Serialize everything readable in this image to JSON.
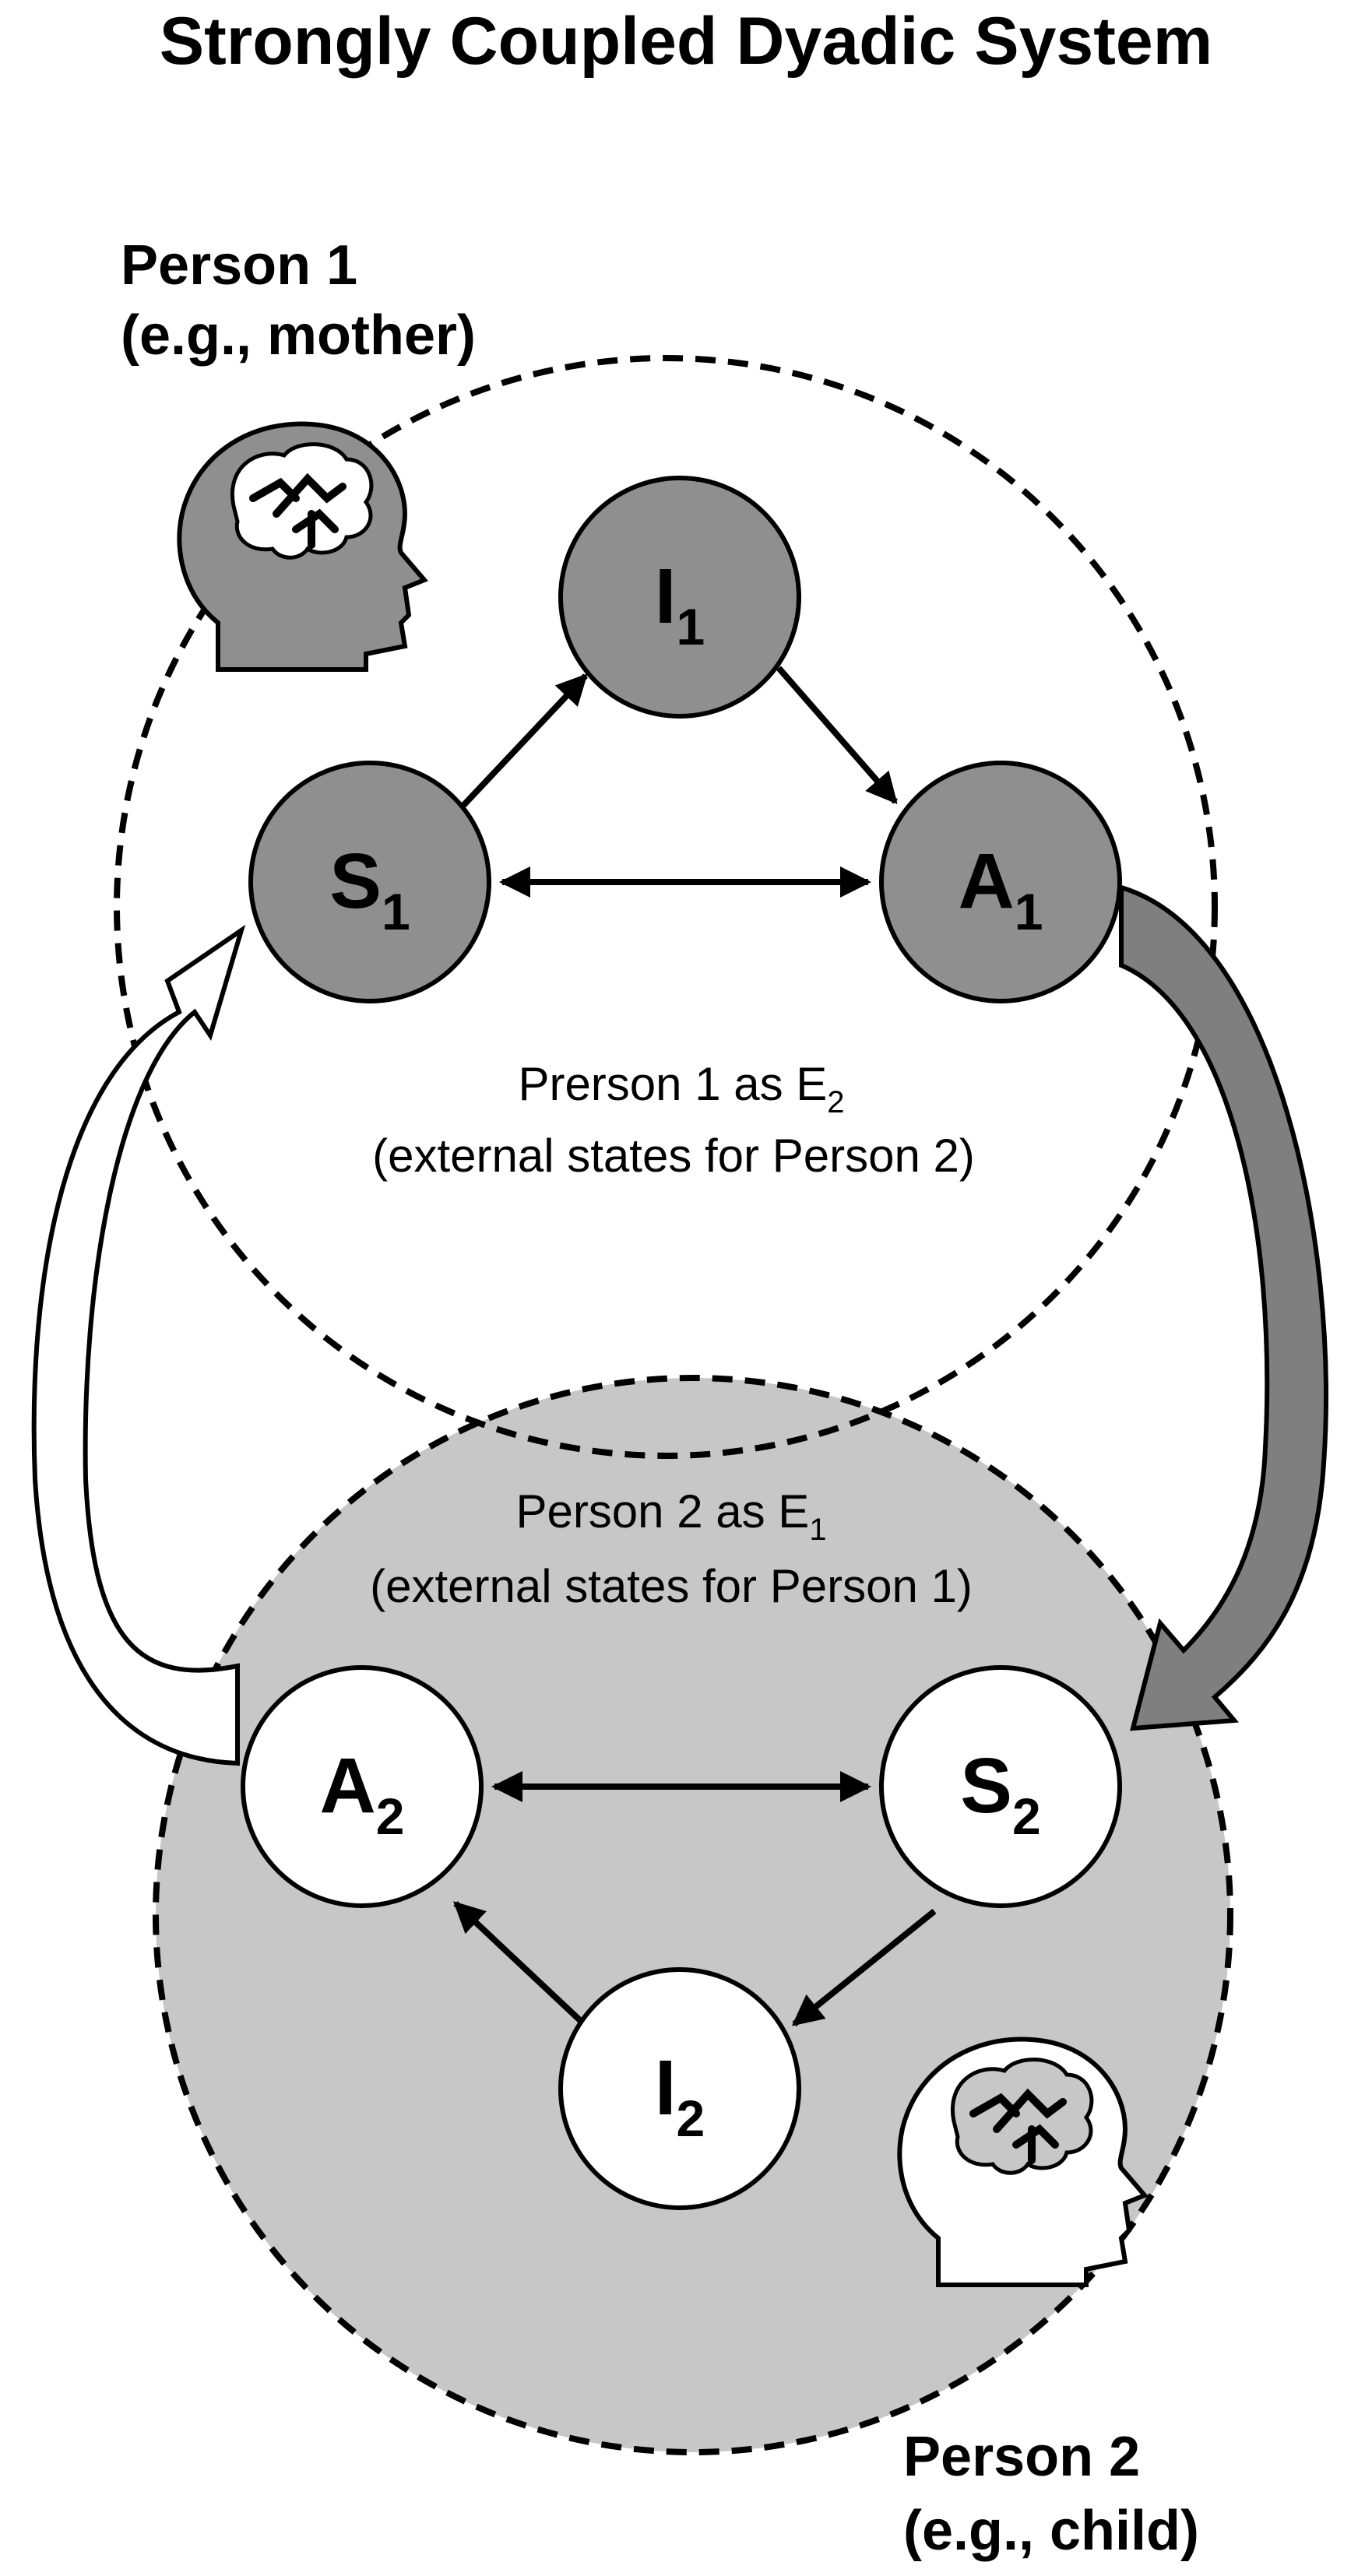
{
  "title": "Strongly Coupled Dyadic System",
  "person1": {
    "name": "Person 1",
    "example": "(e.g., mother)",
    "region_label_main": "Prerson 1 as E",
    "region_label_sub": "2",
    "region_label_line2": "(external states for Person 2)",
    "fill_color": "#8f8f8f",
    "icon": "head-brain-icon",
    "nodes": {
      "I": {
        "letter": "I",
        "sub": "1"
      },
      "S": {
        "letter": "S",
        "sub": "1"
      },
      "A": {
        "letter": "A",
        "sub": "1"
      }
    }
  },
  "person2": {
    "name": "Person 2",
    "example": "(e.g., child)",
    "region_label_main": "Person 2 as E",
    "region_label_sub": "1",
    "region_label_line2": "(external states for Person 1)",
    "fill_color": "#c7c7c7",
    "icon": "head-brain-icon",
    "nodes": {
      "A": {
        "letter": "A",
        "sub": "2"
      },
      "S": {
        "letter": "S",
        "sub": "2"
      },
      "I": {
        "letter": "I",
        "sub": "2"
      }
    }
  },
  "coupling": {
    "a1_to_s2_color": "#7f7f7f",
    "a2_to_s1_color": "#ffffff"
  }
}
